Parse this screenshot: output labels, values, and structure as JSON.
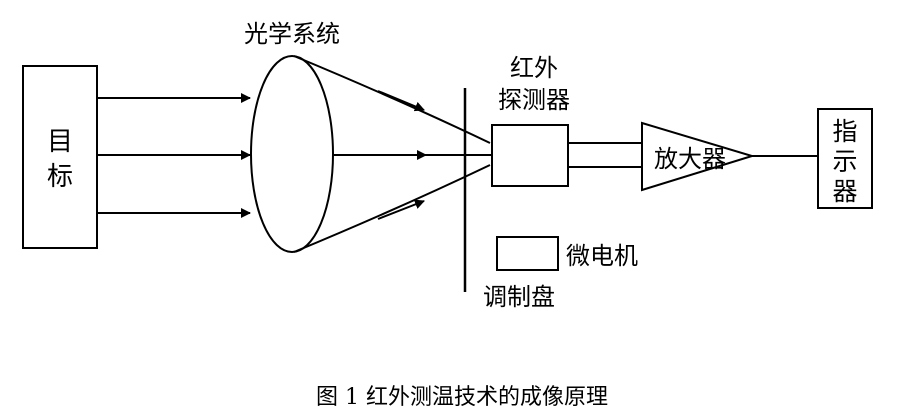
{
  "diagram": {
    "labels": {
      "target_line1": "目",
      "target_line2": "标",
      "optical_system": "光学系统",
      "detector_line1": "红外",
      "detector_line2": "探测器",
      "amplifier": "放大器",
      "indicator_line1": "指",
      "indicator_line2": "示",
      "indicator_line3": "器",
      "micromotor": "微电机",
      "chopper": "调制盘"
    },
    "colors": {
      "line": "#000000",
      "background": "#ffffff"
    }
  },
  "caption": "图 1 红外测温技术的成像原理"
}
